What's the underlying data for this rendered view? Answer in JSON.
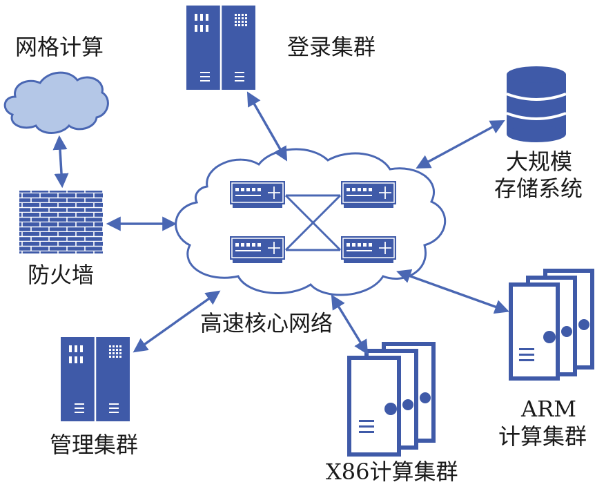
{
  "colors": {
    "primary": "#3f5aa8",
    "cloud_fill": "#b4c7e7",
    "line": "#4a67b3",
    "background": "#ffffff"
  },
  "nodes": {
    "grid_computing": {
      "label": "网格计算",
      "icon": "cloud-icon"
    },
    "login_cluster": {
      "label": "登录集群",
      "icon": "server-rack-icon"
    },
    "storage": {
      "label_line1": "大规模",
      "label_line2": "存储系统",
      "icon": "database-icon"
    },
    "firewall": {
      "label": "防火墙",
      "icon": "brick-wall-icon"
    },
    "core_network": {
      "label": "高速核心网络",
      "icon": "network-cloud-icon",
      "switches": 4
    },
    "mgmt_cluster": {
      "label": "管理集群",
      "icon": "server-rack-icon"
    },
    "x86_cluster": {
      "label": "X86计算集群",
      "icon": "tower-servers-icon"
    },
    "arm_cluster": {
      "label_line1": "ARM",
      "label_line2": "计算集群",
      "icon": "tower-servers-icon"
    }
  },
  "connections": [
    {
      "from": "grid_computing",
      "to": "firewall",
      "bidirectional": true
    },
    {
      "from": "firewall",
      "to": "core_network",
      "bidirectional": true
    },
    {
      "from": "login_cluster",
      "to": "core_network",
      "bidirectional": true
    },
    {
      "from": "storage",
      "to": "core_network",
      "bidirectional": true
    },
    {
      "from": "mgmt_cluster",
      "to": "core_network",
      "bidirectional": true
    },
    {
      "from": "x86_cluster",
      "to": "core_network",
      "bidirectional": true
    },
    {
      "from": "arm_cluster",
      "to": "core_network",
      "bidirectional": true
    }
  ]
}
